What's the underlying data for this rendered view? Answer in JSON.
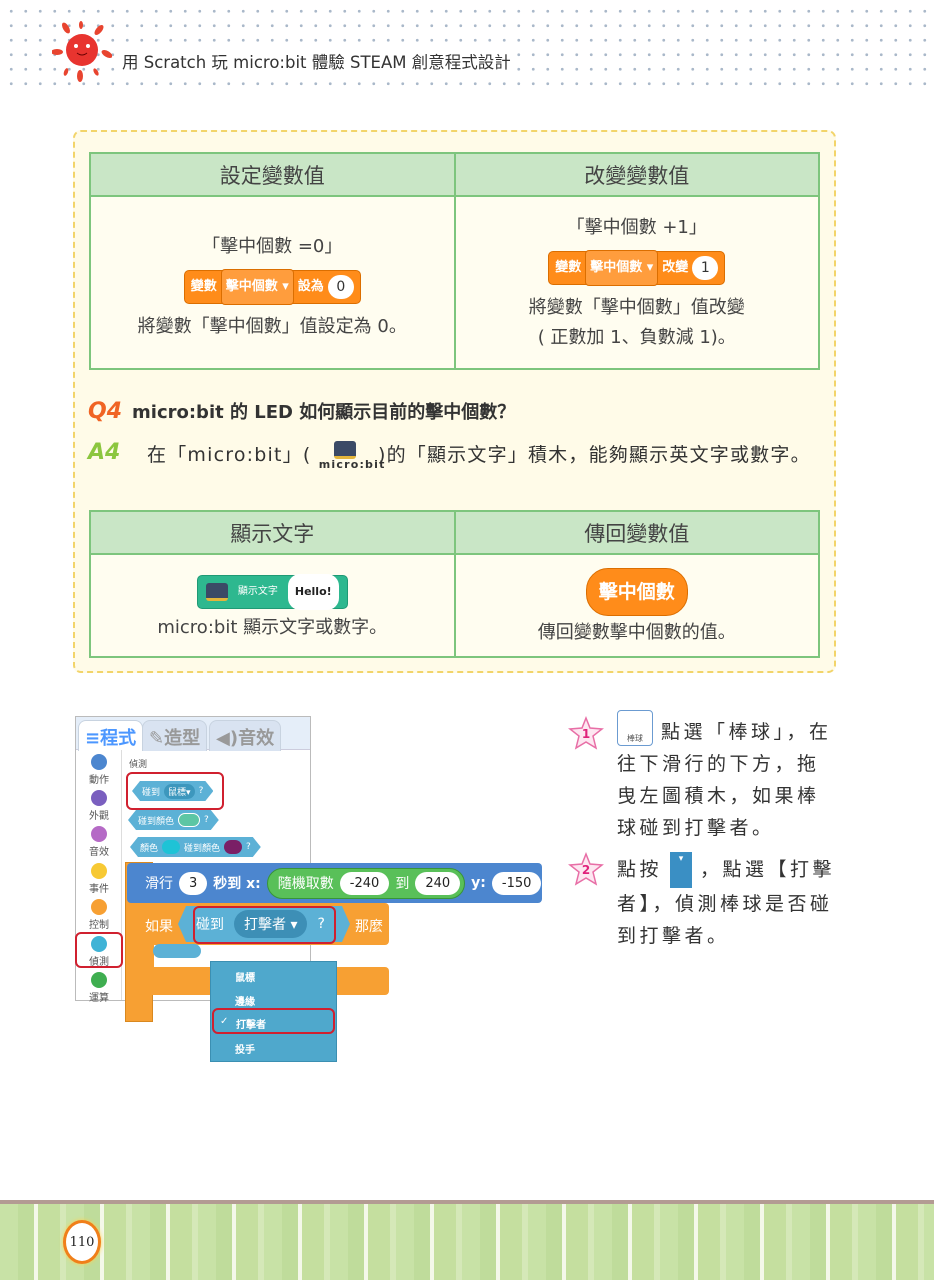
{
  "header": {
    "book_title": "用 Scratch 玩 micro:bit 體驗 STEAM 創意程式設計",
    "mascot_icon": "sun-mascot-icon"
  },
  "table1": {
    "headers": [
      "設定變數值",
      "改變變數值"
    ],
    "col1": {
      "caption": "「擊中個數 =0」",
      "block": {
        "label": "變數",
        "var": "擊中個數",
        "action": "設為",
        "value": "0"
      },
      "desc": "將變數「擊中個數」值設定為 0。"
    },
    "col2": {
      "caption": "「擊中個數 +1」",
      "block": {
        "label": "變數",
        "var": "擊中個數",
        "action": "改變",
        "value": "1"
      },
      "desc1": "將變數「擊中個數」值改變",
      "desc2": "( 正數加 1、負數減 1)。"
    }
  },
  "q4": {
    "label": "Q4",
    "text": "micro:bit 的 LED 如何顯示目前的擊中個數？"
  },
  "a4": {
    "label": "A4",
    "text_before": "在「micro:bit」(",
    "icon_label": "micro:bit",
    "text_after": ")的「顯示文字」積木，能夠顯示英文字或數字。"
  },
  "table2": {
    "headers": [
      "顯示文字",
      "傳回變數值"
    ],
    "col1": {
      "block_label": "顯示文字",
      "block_value": "Hello!",
      "desc": "micro:bit 顯示文字或數字。"
    },
    "col2": {
      "reporter": "擊中個數",
      "desc": "傳回變數擊中個數的值。"
    }
  },
  "scratch": {
    "tabs": [
      "程式",
      "造型",
      "音效"
    ],
    "categories": [
      "動作",
      "外觀",
      "音效",
      "事件",
      "控制",
      "偵測",
      "運算"
    ],
    "category_colors": [
      "#4c97ff",
      "#9966ff",
      "#cf63cf",
      "#ffd500",
      "#ffab19",
      "#5cb1d6",
      "#59c059"
    ],
    "palette_title": "偵測",
    "palette_blocks": {
      "touch": "碰到",
      "touch_target": "鼠標",
      "q": "?",
      "touch_color": "碰到顏色",
      "color": "顏色",
      "color_touch": "碰到顏色"
    },
    "glide": {
      "label": "滑行",
      "secs": "3",
      "to_x": "秒到 x:",
      "random": "隨機取數",
      "from": "-240",
      "to": "到",
      "to_val": "240",
      "y_label": "y:",
      "y": "-150"
    },
    "if_block": {
      "if": "如果",
      "touch": "碰到",
      "target": "打擊者",
      "q": "?",
      "then": "那麼"
    },
    "menu": {
      "items": [
        "鼠標",
        "邊緣",
        "打擊者",
        "投手"
      ],
      "checked": "✓"
    }
  },
  "steps": [
    {
      "num": "1",
      "icon_label": "棒球",
      "text": "點選「棒球」，在往下滑行的下方，拖曳左圖積木，如果棒球碰到打擊者。"
    },
    {
      "num": "2",
      "text_before": "點按",
      "text_after": "，點選【打擊者】，偵測棒球是否碰到打擊者。"
    }
  ],
  "footer": {
    "page_number": "110"
  }
}
